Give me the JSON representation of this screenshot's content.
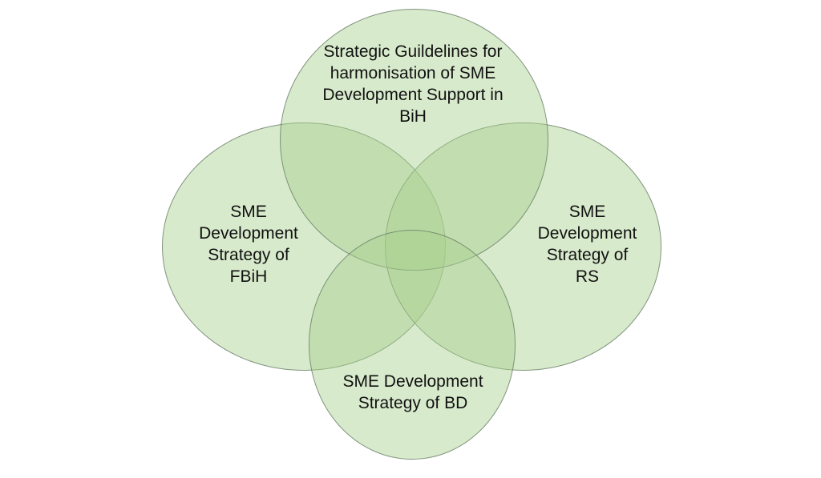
{
  "diagram": {
    "type": "venn",
    "fill_color": "#A9D18E",
    "stroke_color": "#6F7F6A",
    "sets": [
      {
        "id": "top",
        "label": "Strategic Guildelines for\nharmonisation of SME\nDevelopment Support in\nBiH"
      },
      {
        "id": "left",
        "label": "SME\nDevelopment\nStrategy of\nFBiH"
      },
      {
        "id": "right",
        "label": "SME\nDevelopment\nStrategy of\nRS"
      },
      {
        "id": "bottom",
        "label": "SME Development\nStrategy of BD"
      }
    ]
  }
}
